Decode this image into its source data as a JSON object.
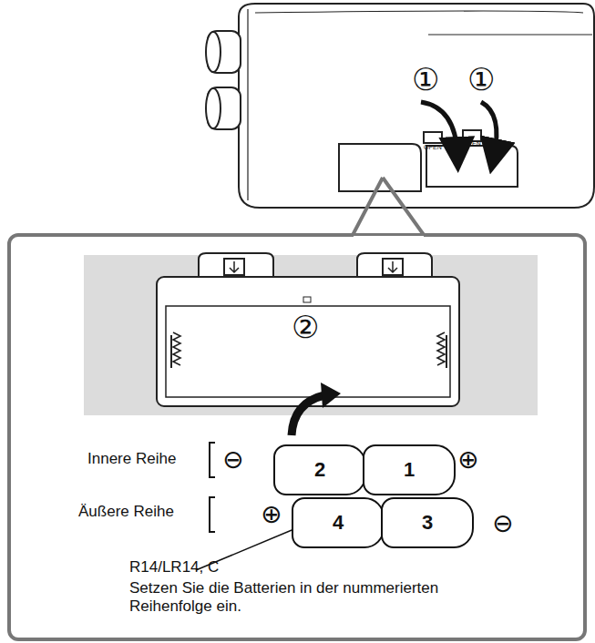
{
  "diagram": {
    "nodes": [
      {
        "text": [
          "2"
        ]
      },
      {
        "text": [
          "1"
        ]
      },
      {
        "text": [
          "4"
        ]
      },
      {
        "text": [
          "3"
        ]
      }
    ],
    "edges": [],
    "labels": [
      "①",
      "①",
      "OPEN",
      "OPEN",
      "②",
      "Innere Reihe",
      "⊖",
      "⊕",
      "Äußere Reihe",
      "⊕",
      "⊖",
      "R14/LR14, C",
      "Setzen Sie die Batterien in der nummerierten Reihenfolge ein."
    ]
  }
}
